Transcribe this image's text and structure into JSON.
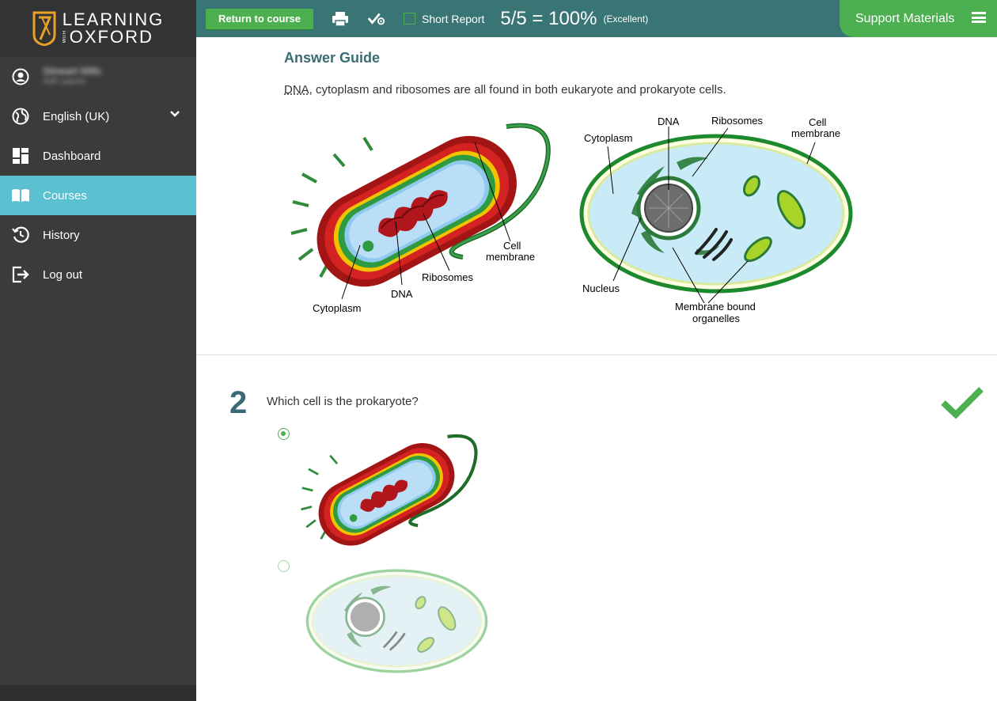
{
  "brand": {
    "line1": "LEARNING",
    "line2_small": "WITH",
    "line2": "OXFORD"
  },
  "user": {
    "name": "Stewart Mills",
    "role": "Self Learner"
  },
  "sidebar": {
    "language": "English (UK)",
    "items": [
      {
        "label": "Dashboard",
        "icon": "dashboard-icon"
      },
      {
        "label": "Courses",
        "icon": "book-icon",
        "active": true
      },
      {
        "label": "History",
        "icon": "history-icon"
      },
      {
        "label": "Log out",
        "icon": "logout-icon"
      }
    ]
  },
  "topbar": {
    "return_label": "Return to course",
    "short_report": "Short Report",
    "score": "5/5 = 100%",
    "score_label": "(Excellent)",
    "support": "Support Materials"
  },
  "colors": {
    "teal": "#3a7575",
    "green": "#4caf50",
    "active": "#5bc0cf",
    "sidebar": "#3b3b3b"
  },
  "answer_guide": {
    "title": "Answer Guide",
    "text_dna": "DNA",
    "text_rest": ", cytoplasm and ribosomes are all found in both eukaryote and prokaryote cells.",
    "prokaryote_labels": {
      "cytoplasm": "Cytoplasm",
      "dna": "DNA",
      "ribosomes": "Ribosomes",
      "cell_membrane_1": "Cell",
      "cell_membrane_2": "membrane"
    },
    "eukaryote_labels": {
      "cytoplasm": "Cytoplasm",
      "dna": "DNA",
      "ribosomes": "Ribosomes",
      "cell_membrane_1": "Cell",
      "cell_membrane_2": "membrane",
      "nucleus": "Nucleus",
      "organelles_1": "Membrane bound",
      "organelles_2": "organelles"
    }
  },
  "question": {
    "number": "2",
    "text": "Which cell is the prokaryote?",
    "selected_option": 1,
    "correct": true
  }
}
